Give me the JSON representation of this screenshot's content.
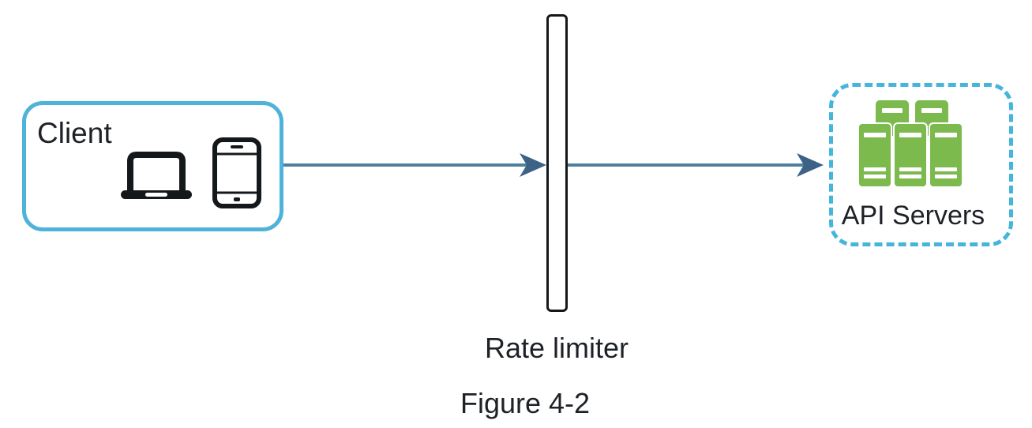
{
  "figure": {
    "caption": "Figure 4-2"
  },
  "client": {
    "label": "Client",
    "icons": [
      "laptop-icon",
      "smartphone-icon"
    ],
    "border_color": "#4fb3d9",
    "icon_color": "#14181b"
  },
  "rate_limiter": {
    "label": "Rate limiter",
    "bar_border_color": "#14181b",
    "bar_fill": "#ffffff"
  },
  "api_servers": {
    "label": "API Servers",
    "icon": "servers-icon",
    "border_color": "#45b5dc",
    "server_color": "#7cba4e"
  },
  "flow": {
    "arrows": [
      {
        "from": "client",
        "to": "rate-limiter"
      },
      {
        "from": "rate-limiter",
        "to": "api-servers"
      }
    ],
    "line_color": "#4e7f9e",
    "arrowhead_color": "#3c6285"
  },
  "text_color": "#1e2227",
  "background_color": "#ffffff"
}
